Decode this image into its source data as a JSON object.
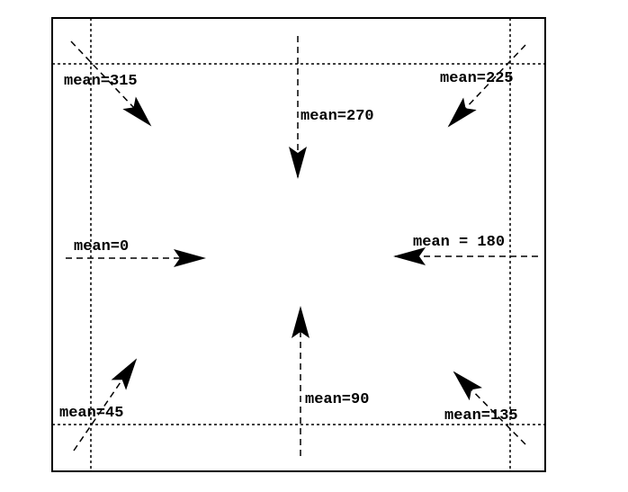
{
  "labels": {
    "mean_315": "mean=315",
    "mean_270": "mean=270",
    "mean_225": "mean=225",
    "mean_0": "mean=0",
    "mean_180": "mean = 180",
    "mean_45": "mean=45",
    "mean_90": "mean=90",
    "mean_135": "mean=135"
  },
  "colors": {
    "stroke": "#000000",
    "background": "#ffffff"
  }
}
